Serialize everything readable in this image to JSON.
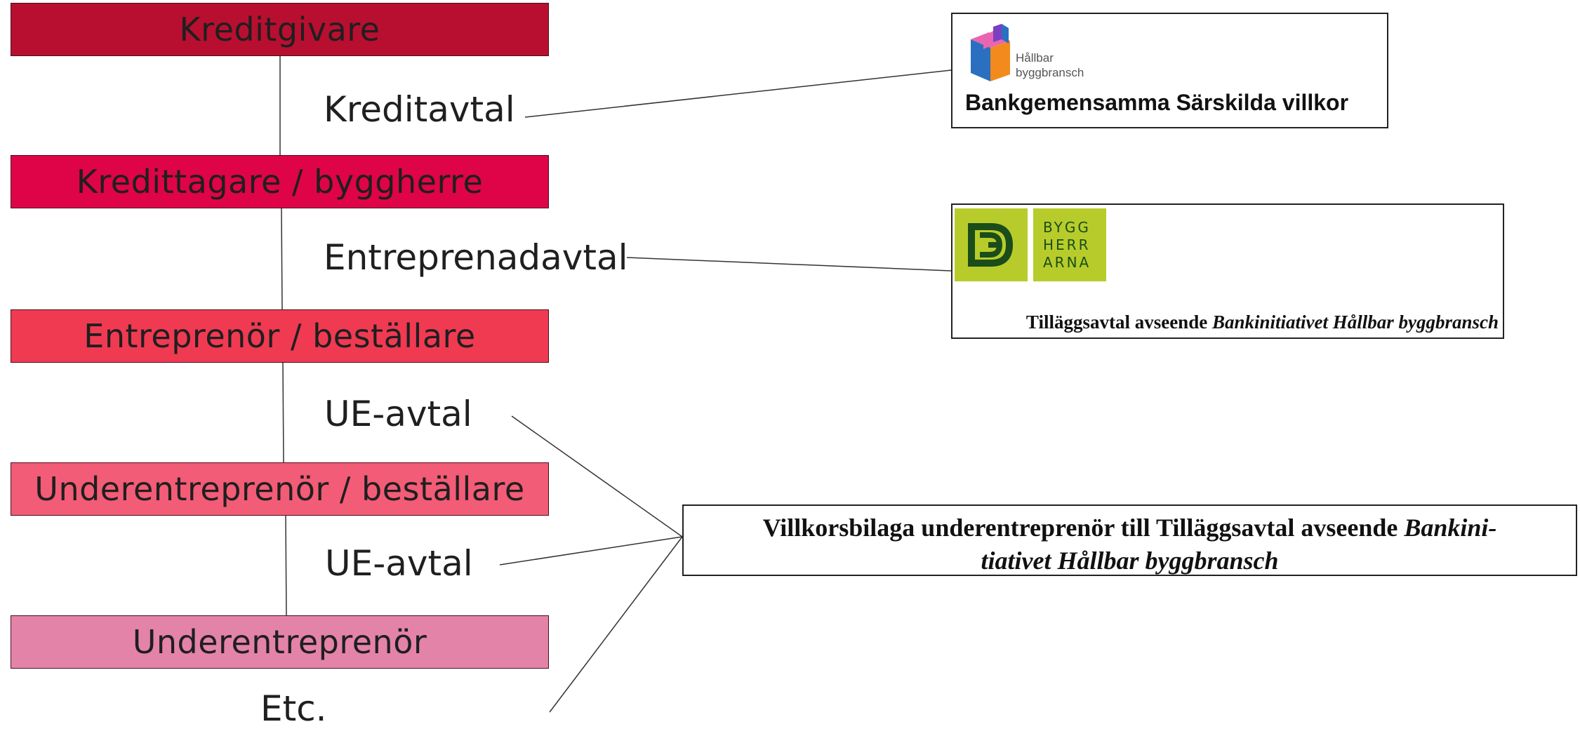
{
  "hierarchy": [
    {
      "label": "Kreditgivare",
      "color": "#b80f30"
    },
    {
      "label": "Kredittagare / byggherre",
      "color": "#df0447"
    },
    {
      "label": "Entreprenör / beställare",
      "color": "#f03a52"
    },
    {
      "label": "Underentreprenör / beställare",
      "color": "#f35c76"
    },
    {
      "label": "Underentreprenör",
      "color": "#e483a8"
    }
  ],
  "contracts": {
    "kreditavtal": "Kreditavtal",
    "entreprenadavtal": "Entreprenadavtal",
    "ue_avtal_1": "UE-avtal",
    "ue_avtal_2": "UE-avtal",
    "etc": "Etc."
  },
  "documents": {
    "hallbar": {
      "logo_line1": "Hållbar",
      "logo_line2": "byggbransch",
      "title": "Bankgemensamma Särskilda villkor"
    },
    "byggherrarna": {
      "logo_row1": "BYGG",
      "logo_row2": "HERR",
      "logo_row3": "ARNA",
      "title_plain": "Tilläggsavtal avseende ",
      "title_italic": "Bankinitiativet Hållbar byggbransch"
    },
    "villkorsbilaga": {
      "line1_plain": "Villkorsbilaga underentreprenör till Tilläggsavtal avseende ",
      "line1_italic": "Bankini-",
      "line2_italic": "tiativet Hållbar byggbransch"
    }
  }
}
